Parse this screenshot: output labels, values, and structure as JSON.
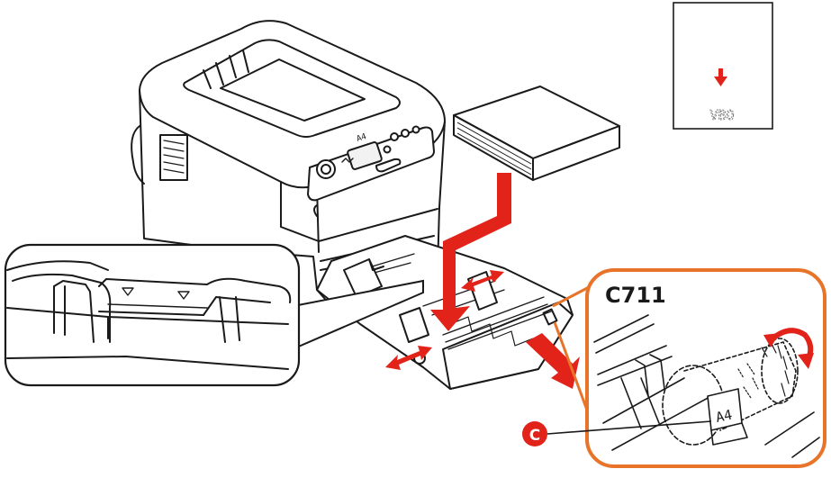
{
  "figure": {
    "model_label": "C711",
    "callout_letter": "C",
    "inset_letters": "VBO",
    "paper_size_mark": "A4",
    "panel_text": "A4"
  },
  "colors": {
    "line": "#1a1a1a",
    "accent_red": "#e2231a",
    "callout_orange": "#e8742a",
    "panel_screen": "#f2f2f2"
  }
}
